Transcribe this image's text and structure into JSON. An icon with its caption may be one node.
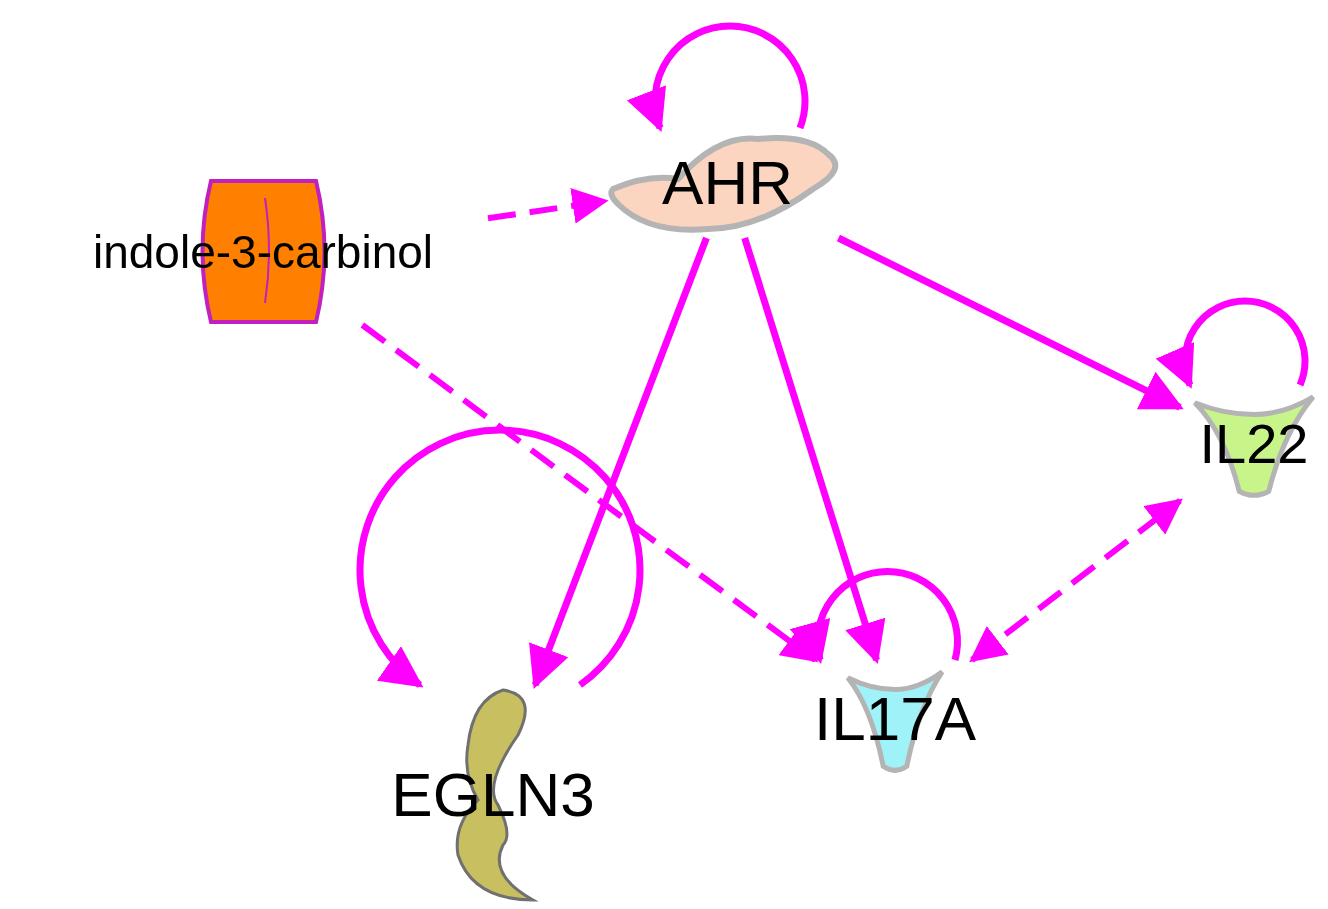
{
  "diagram": {
    "nodes": [
      {
        "text": [
          "indole-3-carbinol"
        ]
      },
      {
        "text": [
          "AHR"
        ]
      },
      {
        "text": [
          "IL22"
        ]
      },
      {
        "text": [
          "EGLN3"
        ]
      },
      {
        "text": [
          "IL17A"
        ]
      }
    ],
    "edges": [
      {
        "from": 0,
        "to": 1,
        "arrow": "to",
        "style": "dashed"
      },
      {
        "from": 0,
        "to": 4,
        "arrow": "to",
        "style": "dashed"
      },
      {
        "from": 1,
        "to": 1,
        "arrow": "to"
      },
      {
        "from": 1,
        "to": 3,
        "arrow": "to"
      },
      {
        "from": 1,
        "to": 4,
        "arrow": "to"
      },
      {
        "from": 1,
        "to": 2,
        "arrow": "to"
      },
      {
        "from": 2,
        "to": 2,
        "arrow": "to"
      },
      {
        "from": 3,
        "to": 3,
        "arrow": "to"
      },
      {
        "from": 4,
        "to": 4,
        "arrow": "to"
      },
      {
        "from": 4,
        "to": 2,
        "arrow": "both",
        "style": "dashed"
      }
    ]
  }
}
